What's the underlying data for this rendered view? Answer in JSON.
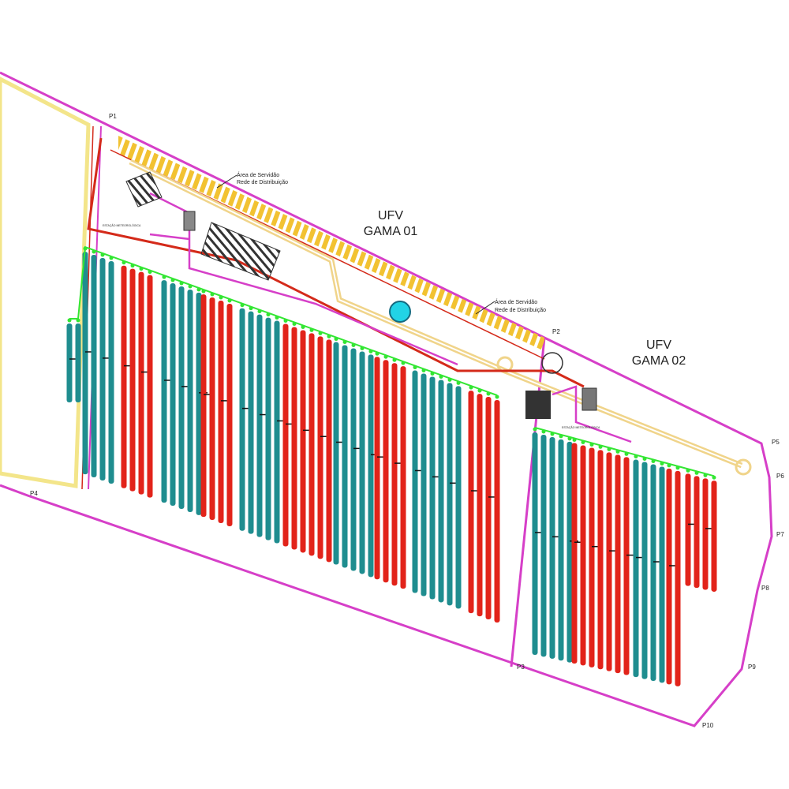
{
  "plan": {
    "zones": [
      {
        "title_line1": "UFV",
        "title_line2": "GAMA 01"
      },
      {
        "title_line1": "UFV",
        "title_line2": "GAMA 02"
      }
    ],
    "annotations": {
      "servitude_1_line1": "Área de Servidão",
      "servitude_1_line2": "Rede de Distribuição",
      "servitude_2_line1": "Área de Servidão",
      "servitude_2_line2": "Rede de Distribuição",
      "station_1": "ESTAÇÃO METEOROLÓGICA",
      "station_2": "ESTAÇÃO METEOROLÓGICA"
    },
    "points": [
      "P1",
      "P2",
      "P3",
      "P4",
      "P5",
      "P6",
      "P7",
      "P8",
      "P9",
      "P10"
    ],
    "colors": {
      "boundary": "#d63fc8",
      "servitude": "#f2c232",
      "road": "#f0d48a",
      "cable_red": "#d42a1a",
      "cable_green": "#33e633",
      "panel_teal": "#1f8d8f",
      "panel_red": "#e2231a",
      "pond": "#22d3e6"
    }
  }
}
